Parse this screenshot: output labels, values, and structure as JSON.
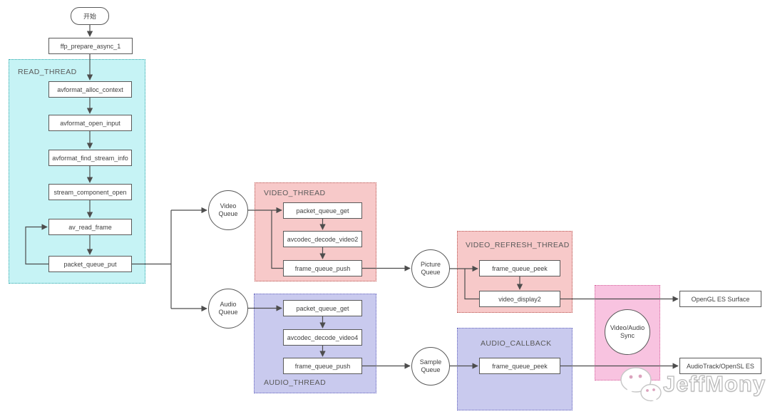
{
  "flow": {
    "start_label": "开始",
    "prepare_label": "ffp_prepare_async_1",
    "outputs": {
      "opengl": "OpenGL ES Surface",
      "audiotrack": "AudioTrack/OpenSL ES"
    }
  },
  "read_thread": {
    "label": "READ_THREAD",
    "avformat_alloc_context": "avformat_alloc_context",
    "avformat_open_input": "avformat_open_input",
    "avformat_find_stream_info": "avformat_find_stream_info",
    "stream_component_open": "stream_component_open",
    "av_read_frame": "av_read_frame",
    "packet_queue_put": "packet_queue_put"
  },
  "queues": {
    "video": "Video Queue",
    "audio": "Audio Queue",
    "picture": "Picture Queue",
    "sample": "Sample Queue"
  },
  "video_thread": {
    "label": "VIDEO_THREAD",
    "packet_queue_get": "packet_queue_get",
    "avcodec_decode_video2": "avcodec_decode_video2",
    "frame_queue_push": "frame_queue_push"
  },
  "audio_thread": {
    "label": "AUDIO_THREAD",
    "packet_queue_get": "packet_queue_get",
    "avcodec_decode_video4": "avcodec_decode_video4",
    "frame_queue_push": "frame_queue_push"
  },
  "video_refresh_thread": {
    "label": "VIDEO_REFRESH_THREAD",
    "frame_queue_peek": "frame_queue_peek",
    "video_display2": "video_display2"
  },
  "audio_callback": {
    "label": "AUDIO_CALLBACK",
    "frame_queue_peek": "frame_queue_peek"
  },
  "sync": {
    "label": "Video/Audio Sync"
  },
  "watermark": {
    "text": "JeffMony",
    "icon": "wechat-icon"
  },
  "colors": {
    "read_thread_fill": "#c6f3f5",
    "read_thread_border": "#2aa6a9",
    "video_fill": "#f7c9c9",
    "video_border": "#b85450",
    "audio_fill": "#c9caee",
    "audio_border": "#6666bf",
    "sync_fill": "#f8c3e0",
    "sync_border": "#d6659e",
    "node_border": "#595959",
    "line": "#4d4d4d"
  }
}
